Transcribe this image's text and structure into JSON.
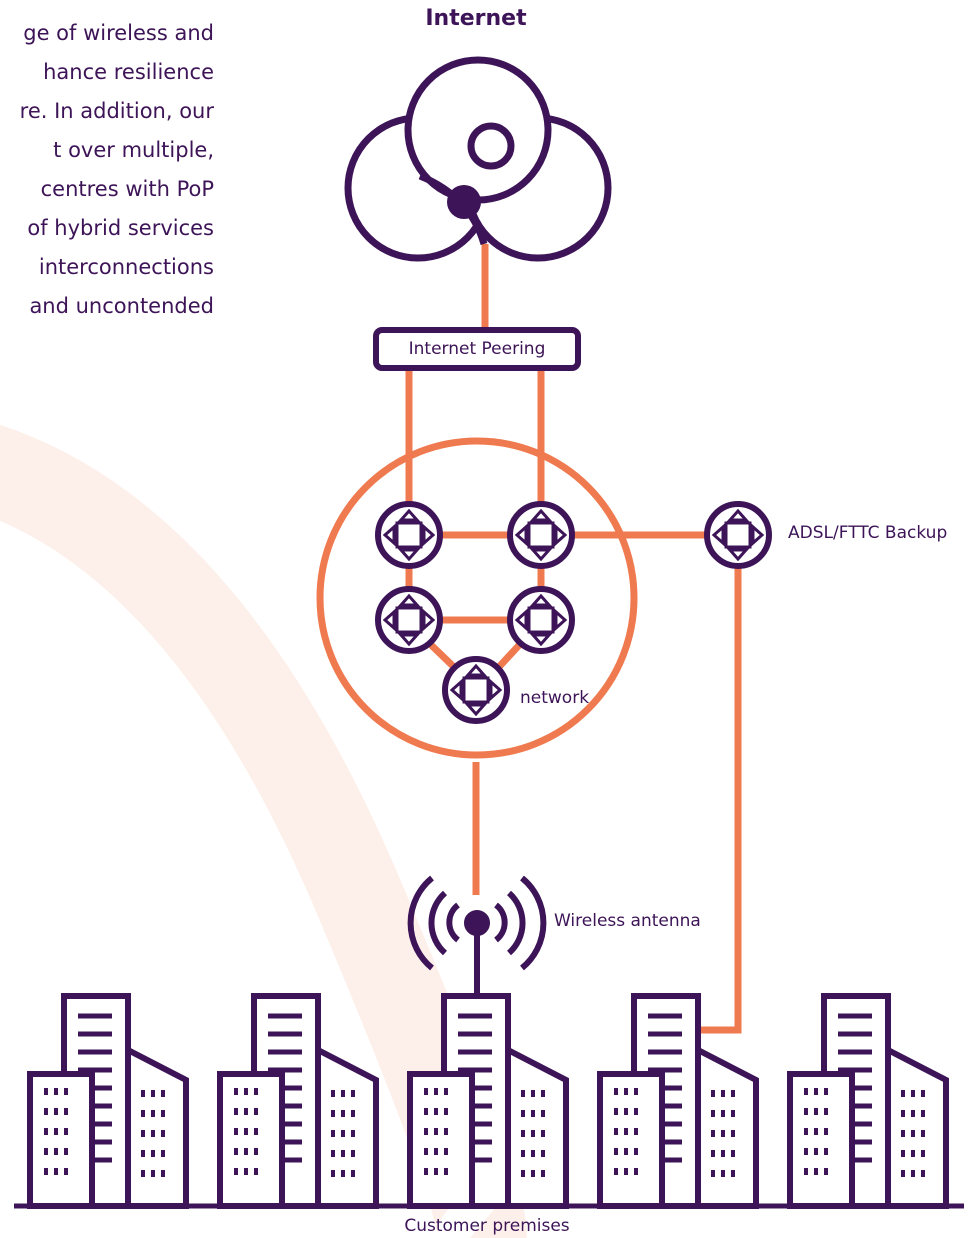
{
  "intro_lines": [
    "ge of wireless and",
    "hance resilience",
    "re. In addition, our",
    "t over multiple,",
    "centres with PoP",
    "of hybrid services",
    " interconnections",
    "and uncontended"
  ],
  "labels": {
    "internet": "Internet",
    "peering": "Internet Peering",
    "backup": "ADSL/FTTC Backup",
    "network": "network",
    "antenna": "Wireless antenna",
    "premises": "Customer premises"
  },
  "colors": {
    "purple": "#3d1457",
    "orange": "#f07a4f",
    "background_arc": "#fdf0ea"
  },
  "icons": [
    "cloud-icon",
    "router-icon",
    "antenna-icon",
    "building-icon"
  ]
}
